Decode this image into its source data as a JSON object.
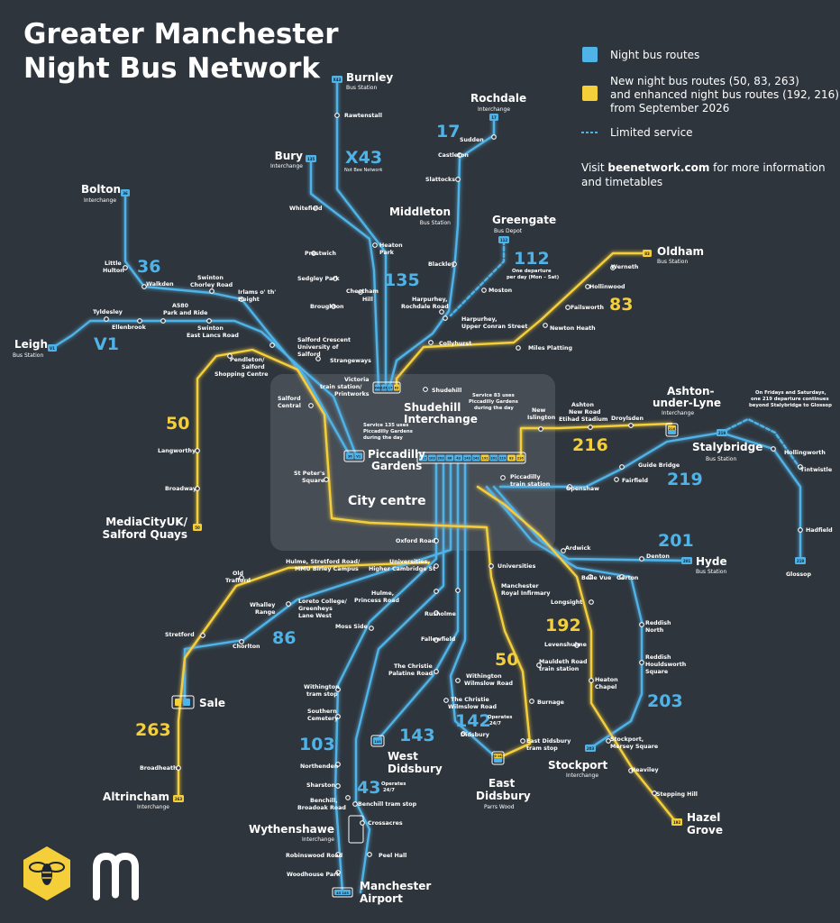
{
  "title_line1": "Greater Manchester",
  "title_line2": "Night Bus Network",
  "colors": {
    "background": "#2f353c",
    "blue": "#4fb3e8",
    "yellow": "#f5cf3a",
    "city_box": "#4a5058"
  },
  "legend": {
    "night_routes": "Night bus routes",
    "new_routes_1": "New night bus routes (50, 83, 263)",
    "new_routes_2": "and enhanced night bus routes (192, 216)",
    "new_routes_3": "from September 2026",
    "limited": "Limited service",
    "visit_pre": "Visit ",
    "visit_link": "beenetwork.com",
    "visit_post": " for more information",
    "visit_line2": "and timetables"
  },
  "city_centre": "City centre",
  "places": {
    "burnley": "Burnley",
    "burnley_sub": "Bus Station",
    "rochdale": "Rochdale",
    "rochdale_sub": "Interchange",
    "bury": "Bury",
    "bury_sub": "Interchange",
    "bolton": "Bolton",
    "bolton_sub": "Interchange",
    "middleton": "Middleton",
    "middleton_sub": "Bus Station",
    "greengate": "Greengate",
    "greengate_sub": "Bus Depot",
    "oldham": "Oldham",
    "oldham_sub": "Bus Station",
    "leigh": "Leigh",
    "leigh_sub": "Bus Station",
    "shudehill_1": "Shudehill",
    "shudehill_2": "Interchange",
    "piccadilly_1": "Piccadilly",
    "piccadilly_2": "Gardens",
    "ashton_1": "Ashton-",
    "ashton_2": "under-Lyne",
    "ashton_sub": "Interchange",
    "stalybridge": "Stalybridge",
    "stalybridge_sub": "Bus Station",
    "hyde": "Hyde",
    "hyde_sub": "Bus Station",
    "glossop": "Glossop",
    "mediacity_1": "MediaCityUK/",
    "mediacity_2": "Salford Quays",
    "sale": "Sale",
    "altrincham": "Altrincham",
    "altrincham_sub": "Interchange",
    "west_didsbury_1": "West",
    "west_didsbury_2": "Didsbury",
    "east_didsbury_1": "East",
    "east_didsbury_2": "Didsbury",
    "east_didsbury_sub": "Parrs Wood",
    "stockport": "Stockport",
    "stockport_sub": "Interchange",
    "hazel_1": "Hazel",
    "hazel_2": "Grove",
    "wythenshawe": "Wythenshawe",
    "wythenshawe_sub": "Interchange",
    "airport_1": "Manchester",
    "airport_2": "Airport"
  },
  "routes": {
    "x43": "X43",
    "x43_sub": "Not Bee Network",
    "r17": "17",
    "r36": "36",
    "r135": "135",
    "r112": "112",
    "r112_note1": "One departure",
    "r112_note2": "per day (Mon – Sat)",
    "r83": "83",
    "rV1": "V1",
    "r50a": "50",
    "r216": "216",
    "r219": "219",
    "r201": "201",
    "r192": "192",
    "r86": "86",
    "r50b": "50",
    "r263": "263",
    "r143": "143",
    "r142": "142",
    "r142_note1": "Operates",
    "r142_note2": "24/7",
    "r103": "103",
    "r203": "203",
    "r43": "43",
    "r43_note1": "Operates",
    "r43_note2": "24/7"
  },
  "notes": {
    "s135_1": "Service 135 uses",
    "s135_2": "Piccadilly Gardens",
    "s135_3": "during the day",
    "s83_1": "Service 83 uses",
    "s83_2": "Piccadilly Gardens",
    "s83_3": "during the day",
    "s219_1": "On Fridays and Saturdays,",
    "s219_2": "one 219 departure continues",
    "s219_3": "beyond Stalybridge to Glossop"
  },
  "stops": {
    "rawtenstall": "Rawtenstall",
    "sudden": "Sudden",
    "castleton": "Castleton",
    "slattocks": "Slattocks",
    "whitefield": "Whitefield",
    "heaton_park_1": "Heaton",
    "heaton_park_2": "Park",
    "prestwich": "Prestwich",
    "sedgley_park": "Sedgley Park",
    "cheetham_1": "Cheetham",
    "cheetham_2": "Hill",
    "broughton": "Broughton",
    "little_hulton_1": "Little",
    "little_hulton_2": "Hulton",
    "walkden": "Walkden",
    "swinton_chorley_1": "Swinton",
    "swinton_chorley_2": "Chorley Road",
    "irlams_1": "Irlams o' th'",
    "irlams_2": "Height",
    "tyldesley": "Tyldesley",
    "a580_1": "A580",
    "a580_2": "Park and Ride",
    "ellenbrook": "Ellenbrook",
    "swinton_east_1": "Swinton",
    "swinton_east_2": "East Lancs Road",
    "salford_crescent_1": "Salford Crescent",
    "salford_crescent_2": "University of",
    "salford_crescent_3": "Salford",
    "strangeways": "Strangeways",
    "blackley": "Blackley",
    "moston": "Moston",
    "harpurhey_roch_1": "Harpurhey,",
    "harpurhey_roch_2": "Rochdale Road",
    "harpurhey_up_1": "Harpurhey,",
    "harpurhey_up_2": "Upper Conran Street",
    "collyhurst": "Collyhurst",
    "wernath": "Werneth",
    "hollinwood": "Hollinwood",
    "failsworth": "Failsworth",
    "newton_heath": "Newton Heath",
    "miles_platting": "Miles Platting",
    "pendleton_1": "Pendleton/",
    "pendleton_2": "Salford",
    "pendleton_3": "Shopping Centre",
    "salford_central_1": "Salford",
    "salford_central_2": "Central",
    "victoria_1": "Victoria",
    "victoria_2": "train station/",
    "victoria_3": "Printworks",
    "shudehill": "Shudehill",
    "new_islington_1": "New",
    "new_islington_2": "Islington",
    "ashton_new_1": "Ashton",
    "ashton_new_2": "New Road",
    "ashton_new_3": "Etihad Stadium",
    "droylsden": "Droylsden",
    "guide_bridge": "Guide Bridge",
    "fairfield": "Fairfield",
    "openshaw": "Openshaw",
    "hollingworth": "Hollingworth",
    "tintwistle": "Tintwistle",
    "hadfield": "Hadfield",
    "langworthy": "Langworthy",
    "broadway": "Broadway",
    "st_peters_1": "St Peter's",
    "st_peters_2": "Square",
    "picc_station_1": "Piccadilly",
    "picc_station_2": "train station",
    "oxford_road": "Oxford Road",
    "ardwick": "Ardwick",
    "belle_vue": "Belle Vue",
    "gorton": "Gorton",
    "denton": "Denton",
    "hulme_stretford_1": "Hulme, Stretford Road/",
    "hulme_stretford_2": "MMU Birley Campus",
    "univ_hc_1": "Universities,",
    "univ_hc_2": "Higher Cambridge St",
    "universities": "Universities",
    "mri_1": "Manchester",
    "mri_2": "Royal Infirmary",
    "old_trafford_1": "Old",
    "old_trafford_2": "Trafford",
    "loreto_1": "Loreto College/",
    "loreto_2": "Greenheys",
    "loreto_3": "Lane West",
    "hulme_pr_1": "Hulme,",
    "hulme_pr_2": "Princess Road",
    "whalley_1": "Whalley",
    "whalley_2": "Range",
    "moss_side": "Moss Side",
    "rusholme": "Rusholme",
    "longsight": "Longsight",
    "reddish_n_1": "Reddish",
    "reddish_n_2": "North",
    "stretford": "Stretford",
    "chorlton": "Chorlton",
    "fallowfield": "Fallowfield",
    "levenshulme": "Levenshulme",
    "reddish_h_1": "Reddish",
    "reddish_h_2": "Houldsworth",
    "reddish_h_3": "Square",
    "christie_pal_1": "The Christie",
    "christie_pal_2": "Palatine Road",
    "withington_wr_1": "Withington",
    "withington_wr_2": "Wilmslow Road",
    "mauldeth_1": "Mauldeth Road",
    "mauldeth_2": "train station",
    "heaton_chapel_1": "Heaton",
    "heaton_chapel_2": "Chapel",
    "withington_tram_1": "Withington",
    "withington_tram_2": "tram stop",
    "christie_wr_1": "The Christie",
    "christie_wr_2": "Wilmslow Road",
    "burnage": "Burnage",
    "southern_1": "Southern",
    "southern_2": "Cemetery",
    "didsbury": "Didsbury",
    "eastdid_tram_1": "East Didsbury",
    "eastdid_tram_2": "tram stop",
    "stockport_mersey_1": "Stockport,",
    "stockport_mersey_2": "Mersey Square",
    "northenden": "Northenden",
    "heaviley": "Heaviley",
    "broadheath": "Broadheath",
    "sharston": "Sharston",
    "benchill_rd_1": "Benchill,",
    "benchill_rd_2": "Broadoak Road",
    "benchill_tram": "Benchill tram stop",
    "stepping_hill": "Stepping Hill",
    "crossacres": "Crossacres",
    "robinswood": "Robinswood Road",
    "peel_hall": "Peel Hall",
    "woodhouse_park": "Woodhouse Park"
  },
  "box_codes": {
    "burnley": "X43",
    "bury": "135",
    "bolton": "36",
    "rochdale": "17",
    "greengate": "112",
    "oldham": "83",
    "leigh": "V1",
    "mediacity": "50",
    "ashton": "216",
    "stalybridge": "219",
    "hyde": "201",
    "glossop": "219",
    "altrincham": "263",
    "airport": "43 103",
    "stockport": "203",
    "hazel": "192",
    "eastdid": "50 142",
    "westdid": "143",
    "shude": [
      "X43",
      "135",
      "17",
      "83"
    ],
    "pg": [
      "36",
      "V1"
    ],
    "picc": [
      "112",
      "103",
      "203",
      "86",
      "43",
      "143",
      "142",
      "192",
      "201",
      "219",
      "83",
      "216"
    ]
  }
}
